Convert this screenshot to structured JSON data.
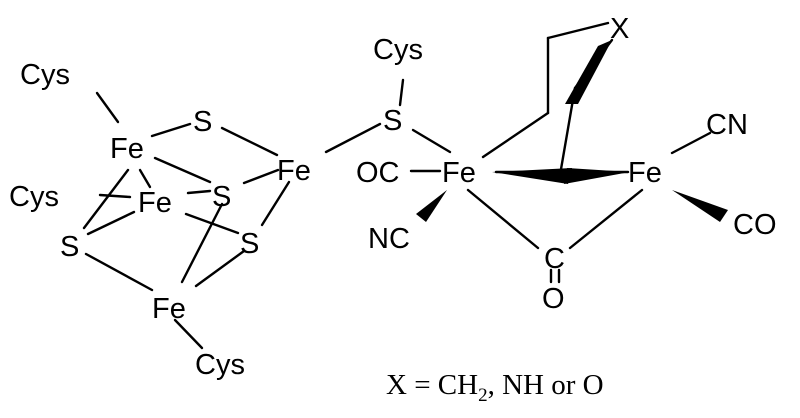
{
  "labels": {
    "cys_top_left": "Cys",
    "fe1": "Fe",
    "s_top": "S",
    "fe_bridge": "Fe",
    "cys_left": "Cys",
    "fe2": "Fe",
    "s_mid": "S",
    "s_left": "S",
    "s_bottom": "S",
    "fe3": "Fe",
    "cys_bottom": "Cys",
    "cys_top": "Cys",
    "s_link": "S",
    "oc_left": "OC",
    "fe_proximal": "Fe",
    "nc_left": "NC",
    "x_atom": "X",
    "fe_distal": "Fe",
    "cn_right": "CN",
    "co_right": "CO",
    "c_bridge": "C",
    "o_bridge": "O"
  },
  "caption": {
    "lhs": "X = CH",
    "sub": "2",
    "rhs": ", NH or O"
  }
}
